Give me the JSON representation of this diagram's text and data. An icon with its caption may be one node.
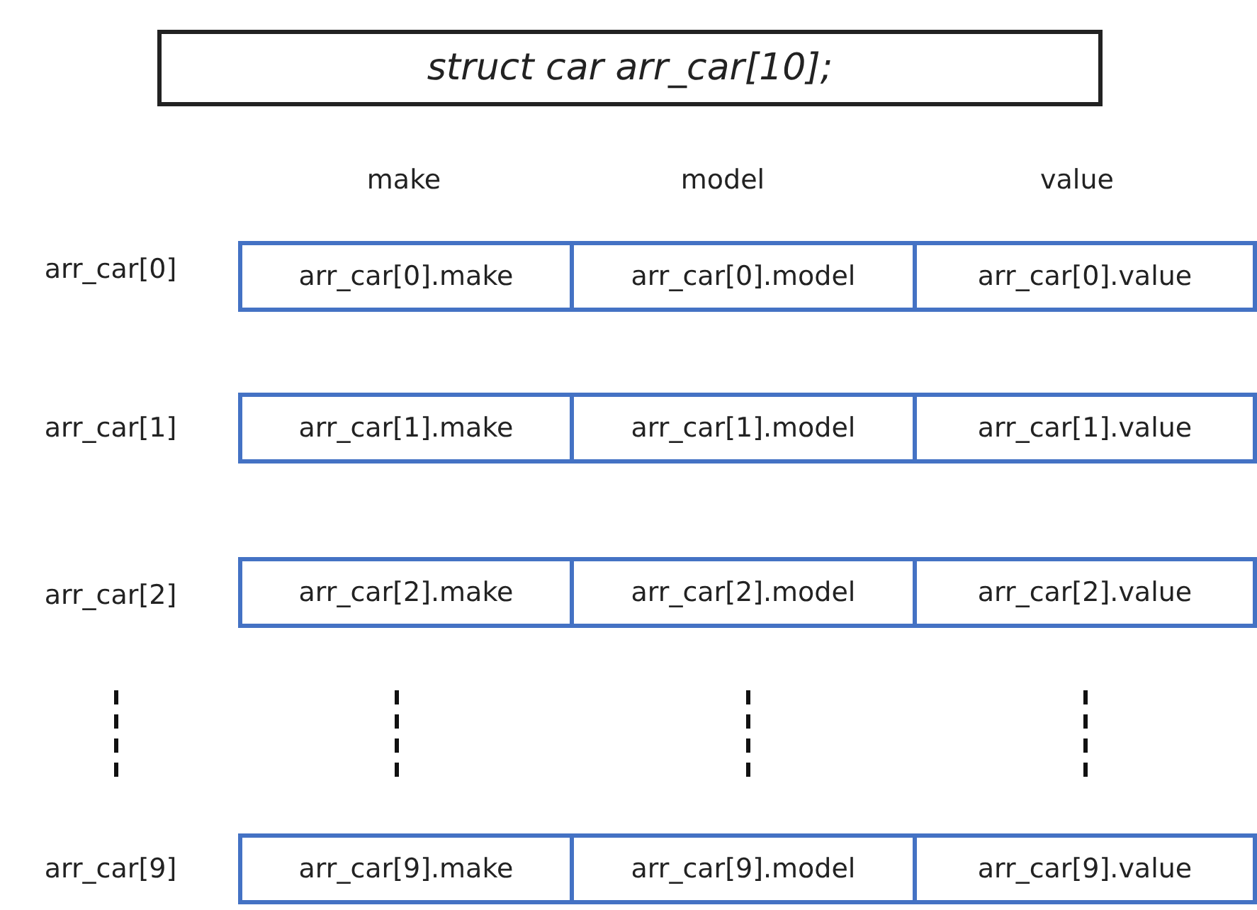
{
  "diagram": {
    "nodes": [
      {
        "text": [
          "struct car arr_car[10];"
        ]
      },
      {
        "text": [
          "arr_car[0].make"
        ]
      },
      {
        "text": [
          "arr_car[0].model"
        ]
      },
      {
        "text": [
          "arr_car[0].value"
        ]
      },
      {
        "text": [
          "arr_car[1].make"
        ]
      },
      {
        "text": [
          "arr_car[1].model"
        ]
      },
      {
        "text": [
          "arr_car[1].value"
        ]
      },
      {
        "text": [
          "arr_car[2].make"
        ]
      },
      {
        "text": [
          "arr_car[2].model"
        ]
      },
      {
        "text": [
          "arr_car[2].value"
        ]
      },
      {
        "text": [
          "arr_car[9].make"
        ]
      },
      {
        "text": [
          "arr_car[9].model"
        ]
      },
      {
        "text": [
          "arr_car[9].value"
        ]
      }
    ],
    "labels": [
      "make",
      "model",
      "value",
      "arr_car[0]",
      "arr_car[1]",
      "arr_car[2]",
      "arr_car[9]"
    ]
  }
}
